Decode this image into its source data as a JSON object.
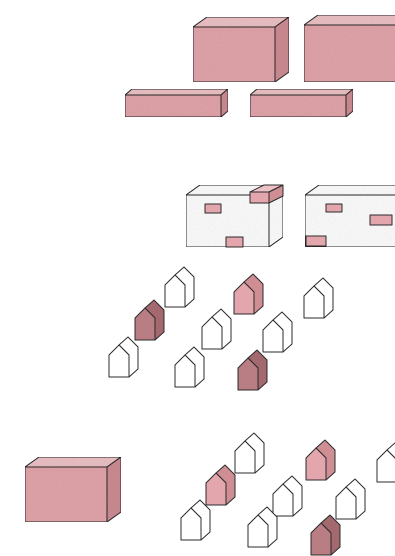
{
  "colors": {
    "pink_face": "#e3a6ac",
    "pink_top": "#edc2c6",
    "pink_side": "#cf8d94",
    "dark_face": "#b97d84",
    "dark_side": "#a4686f",
    "white": "#ffffff",
    "stroke": "#2b2b2b",
    "background": "#ffffff"
  },
  "diagram": {
    "groups": [
      {
        "id": "large-block-row",
        "description_visible": false
      },
      {
        "id": "punched-blocks-row",
        "description_visible": false
      },
      {
        "id": "house-cluster-1",
        "description_visible": false
      },
      {
        "id": "block-and-house-cluster-2",
        "description_visible": false
      }
    ]
  }
}
